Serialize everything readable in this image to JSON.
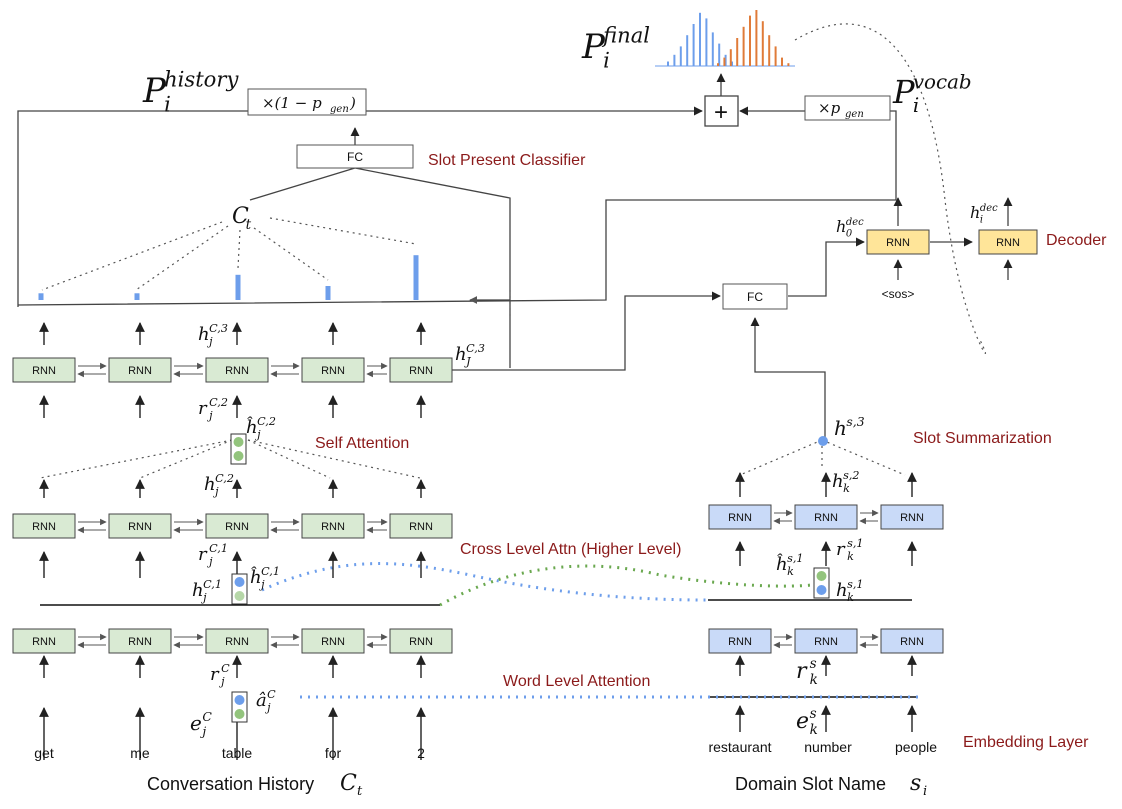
{
  "labels": {
    "slot_present_classifier": "Slot Present Classifier",
    "self_attention": "Self Attention",
    "cross_level_attn": "Cross Level Attn (Higher Level)",
    "word_level_attention": "Word Level Attention",
    "slot_summarization": "Slot Summarization",
    "decoder": "Decoder",
    "embedding_layer": "Embedding Layer",
    "conversation_history": "Conversation History",
    "conversation_history_symbol": "C",
    "conversation_history_sub": "t",
    "domain_slot_name": "Domain Slot Name",
    "domain_slot_symbol": "s",
    "domain_slot_sub": "i"
  },
  "blocks": {
    "rnn": "RNN",
    "fc": "FC",
    "sos": "<sos>",
    "plus": "+",
    "history_gate": "×(1 − p",
    "history_gate_sub": "gen",
    "history_gate_close": ")",
    "vocab_gate": "×p",
    "vocab_gate_sub": "gen"
  },
  "history_words": [
    "get",
    "me",
    "table",
    "for",
    "2"
  ],
  "slot_words": [
    "restaurant",
    "number",
    "people"
  ],
  "math": {
    "p_history": {
      "base": "P",
      "sub": "i",
      "sup": "history"
    },
    "p_vocab": {
      "base": "P",
      "sub": "i",
      "sup": "vocab"
    },
    "p_final": {
      "base": "P",
      "sub": "i",
      "sup": "final"
    },
    "c_t": {
      "base": "C",
      "sub": "t"
    },
    "h_j_c3": {
      "base": "h",
      "sub": "j",
      "sup": "C,3"
    },
    "h_J_c3": {
      "base": "h",
      "sub": "J",
      "sup": "C,3"
    },
    "r_j_c2": {
      "base": "r",
      "sub": "j",
      "sup": "C,2"
    },
    "hhat_j_c2": {
      "base": "ĥ",
      "sub": "j",
      "sup": "C,2"
    },
    "h_j_c2": {
      "base": "h",
      "sub": "j",
      "sup": "C,2"
    },
    "r_j_c1": {
      "base": "r",
      "sub": "j",
      "sup": "C,1"
    },
    "h_j_c1": {
      "base": "h",
      "sub": "j",
      "sup": "C,1"
    },
    "hhat_j_c1": {
      "base": "ĥ",
      "sub": "j",
      "sup": "C,1"
    },
    "r_j_c": {
      "base": "r",
      "sub": "j",
      "sup": "C"
    },
    "e_j_c": {
      "base": "e",
      "sub": "j",
      "sup": "C"
    },
    "ahat_j_c": {
      "base": "â",
      "sub": "j",
      "sup": "C"
    },
    "h_s3": {
      "base": "h",
      "sub": "",
      "sup": "s,3"
    },
    "h_k_s2": {
      "base": "h",
      "sub": "k",
      "sup": "s,2"
    },
    "hhat_k_s1": {
      "base": "ĥ",
      "sub": "k",
      "sup": "s,1"
    },
    "r_k_s1": {
      "base": "r",
      "sub": "k",
      "sup": "s,1"
    },
    "h_k_s1": {
      "base": "h",
      "sub": "k",
      "sup": "s,1"
    },
    "r_k_s": {
      "base": "r",
      "sub": "k",
      "sup": "s"
    },
    "e_k_s": {
      "base": "e",
      "sub": "k",
      "sup": "s"
    },
    "h_0_dec": {
      "base": "h",
      "sub": "0",
      "sup": "dec"
    },
    "h_i_dec": {
      "base": "h",
      "sub": "i",
      "sup": "dec"
    }
  },
  "colors": {
    "rnn_green": "#d9ead3",
    "rnn_blue": "#c9daf8",
    "rnn_yellow": "#ffe599",
    "attention_bar": "#6d9eeb",
    "dot_blue": "#6d9eeb",
    "dot_green": "#93c47d",
    "final_dist_orange": "#e07b39",
    "label_red": "#8b1a1a"
  },
  "attention_weights": [
    0.12,
    0.12,
    0.45,
    0.25,
    0.8
  ],
  "final_distribution": {
    "history_series": [
      0.08,
      0.2,
      0.35,
      0.55,
      0.75,
      0.95,
      0.85,
      0.6,
      0.4,
      0.2,
      0.08
    ],
    "vocab_series": [
      0.05,
      0.15,
      0.3,
      0.5,
      0.7,
      0.9,
      1.0,
      0.8,
      0.55,
      0.35,
      0.15,
      0.05
    ]
  }
}
